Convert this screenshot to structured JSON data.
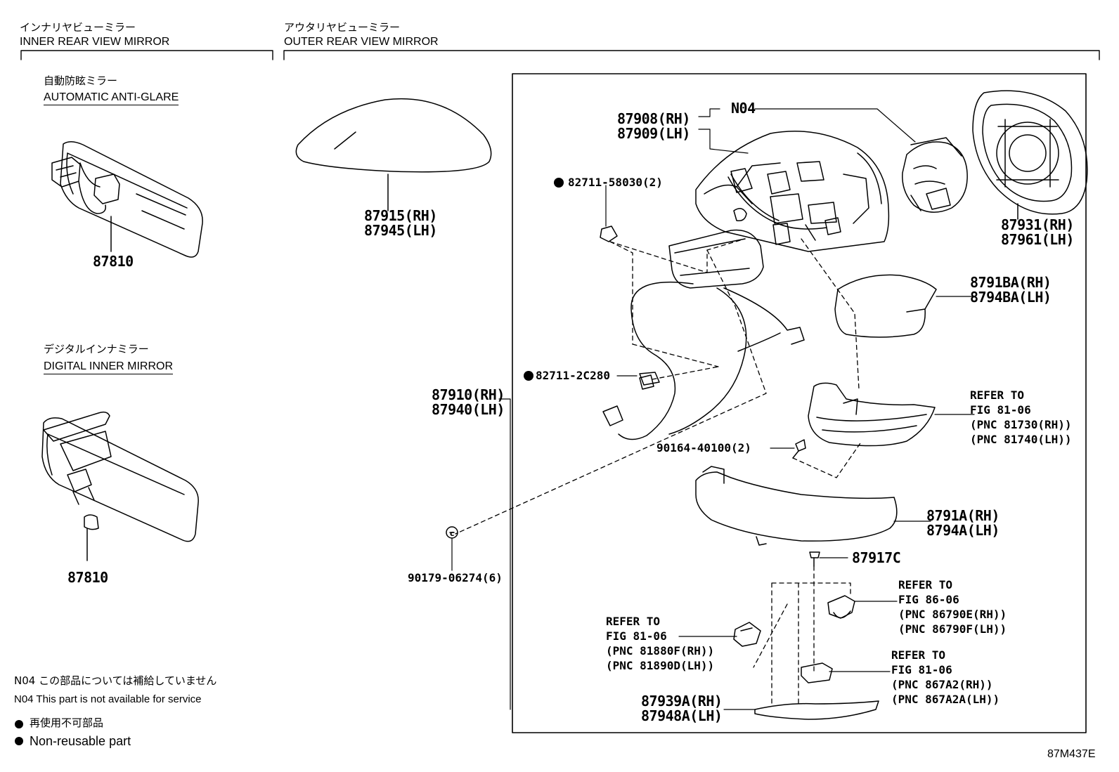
{
  "sections": {
    "inner": {
      "title_jp": "インナリヤビューミラー",
      "title_en": "INNER REAR VIEW MIRROR"
    },
    "outer": {
      "title_jp": "アウタリヤビューミラー",
      "title_en": "OUTER REAR VIEW MIRROR"
    }
  },
  "subsections": {
    "auto_anti_glare": {
      "title_jp": "自動防眩ミラー",
      "title_en": "AUTOMATIC ANTI-GLARE"
    },
    "digital_inner": {
      "title_jp": "デジタルインナミラー",
      "title_en": "DIGITAL INNER MIRROR"
    }
  },
  "parts": {
    "p87810a": "87810",
    "p87810b": "87810",
    "p87915": [
      "87915(RH)",
      "87945(LH)"
    ],
    "n04": "N04",
    "p87908": [
      "87908(RH)",
      "87909(LH)"
    ],
    "p82711_58030": "82711-58030(2)",
    "p82711_2c280": "82711-2C280",
    "p87910": [
      "87910(RH)",
      "87940(LH)"
    ],
    "p90179": "90179-06274(6)",
    "p87931": [
      "87931(RH)",
      "87961(LH)"
    ],
    "p8791ba": [
      "8791BA(RH)",
      "8794BA(LH)"
    ],
    "p90164": "90164-40100(2)",
    "p8791a": [
      "8791A(RH)",
      "8794A(LH)"
    ],
    "p87917c": "87917C",
    "p87939a": [
      "87939A(RH)",
      "87948A(LH)"
    ]
  },
  "references": {
    "ref_81730": [
      "REFER TO",
      "FIG 81-06",
      "(PNC 81730(RH))",
      "(PNC 81740(LH))"
    ],
    "ref_86790": [
      "REFER TO",
      "FIG 86-06",
      "(PNC 86790E(RH))",
      "(PNC 86790F(LH))"
    ],
    "ref_81880": [
      "REFER TO",
      "FIG 81-06",
      "(PNC 81880F(RH))",
      "(PNC 81890D(LH))"
    ],
    "ref_867a2": [
      "REFER TO",
      "FIG 81-06",
      "(PNC 867A2(RH))",
      "(PNC 867A2A(LH))"
    ]
  },
  "notes": {
    "n04_jp": "N04 この部品については補給していません",
    "n04_en": "N04 This part is not available for service",
    "nonreuse_jp": "再使用不可部品",
    "nonreuse_en": "Non-reusable part"
  },
  "figure_code": "87M437E"
}
